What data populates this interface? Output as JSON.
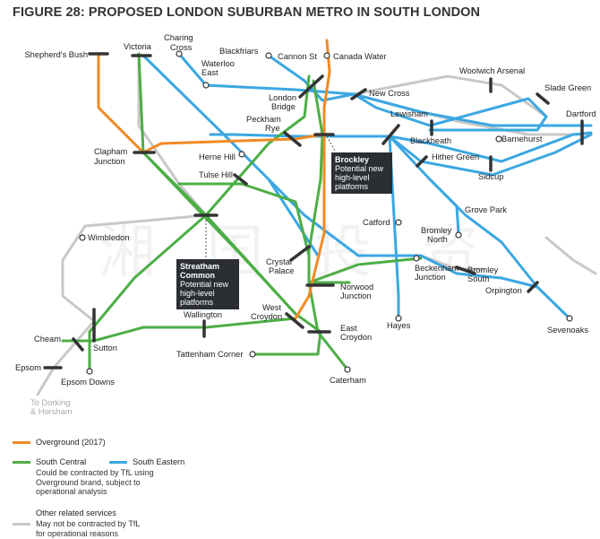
{
  "title": "FIGURE 28: PROPOSED LONDON SUBURBAN METRO IN SOUTH LONDON",
  "colors": {
    "overground": "#f08a24",
    "south_central": "#4cae46",
    "south_eastern": "#3ba7e2",
    "other": "#c8c8c8"
  },
  "stations": {
    "shepherds_bush": "Shepherd's Bush",
    "victoria": "Victoria",
    "charing_cross_1": "Charing",
    "charing_cross_2": "Cross",
    "blackfriars": "Blackfriars",
    "waterloo_1": "Waterloo",
    "waterloo_2": "East",
    "cannon_st": "Cannon St",
    "canada_water": "Canada Water",
    "woolwich_arsenal": "Woolwich Arsenal",
    "london_bridge_1": "London",
    "london_bridge_2": "Bridge",
    "new_cross": "New Cross",
    "slade_green": "Slade Green",
    "lewisham": "Lewisham",
    "dartford": "Dartford",
    "peckham_rye_1": "Peckham",
    "peckham_rye_2": "Rye",
    "blackheath": "Blackheath",
    "barnehurst": "Barnehurst",
    "clapham_1": "Clapham",
    "clapham_2": "Junction",
    "herne_hill": "Herne Hill",
    "hither_green": "Hither Green",
    "tulse_hill": "Tulse Hill",
    "sidcup": "Sidcup",
    "grove_park": "Grove Park",
    "catford": "Catford",
    "wimbledon": "Wimbledon",
    "bromley_north_1": "Bromley",
    "bromley_north_2": "North",
    "crystal_palace_1": "Crystal",
    "crystal_palace_2": "Palace",
    "beckenham_1": "Beckenham",
    "beckenham_2": "Junction",
    "bromley_south_1": "Bromley",
    "bromley_south_2": "South",
    "norwood_1": "Norwood",
    "norwood_2": "Junction",
    "orpington": "Orpington",
    "west_croydon_1": "West",
    "west_croydon_2": "Croydon",
    "wallington": "Wallington",
    "cheam": "Cheam",
    "sutton": "Sutton",
    "east_croydon_1": "East",
    "east_croydon_2": "Croydon",
    "hayes": "Hayes",
    "sevenoaks": "Sevenoaks",
    "tattenham": "Tattenham Corner",
    "epsom": "Epsom",
    "epsom_downs": "Epsom Downs",
    "caterham": "Caterham",
    "to_dorking_1": "To Dorking",
    "to_dorking_2": "& Horsham"
  },
  "callouts": {
    "brockley": {
      "name": "Brockley",
      "l1": "Potential new",
      "l2": "high-level",
      "l3": "platforms"
    },
    "streatham": {
      "name1": "Streatham",
      "name2": "Common",
      "l1": "Potential new",
      "l2": "high-level",
      "l3": "platforms"
    }
  },
  "legend": {
    "overground": "Overground (2017)",
    "south_central": "South Central",
    "south_eastern": "South Eastern",
    "sc_note_1": "Could be contracted by TfL using",
    "sc_note_2": "Overground brand, subject to",
    "sc_note_3": "operational analysis",
    "other": "Other related services",
    "other_note_1": "May not be contracted by TfL",
    "other_note_2": "for operational reasons"
  },
  "watermark": "湘 国 投 资"
}
